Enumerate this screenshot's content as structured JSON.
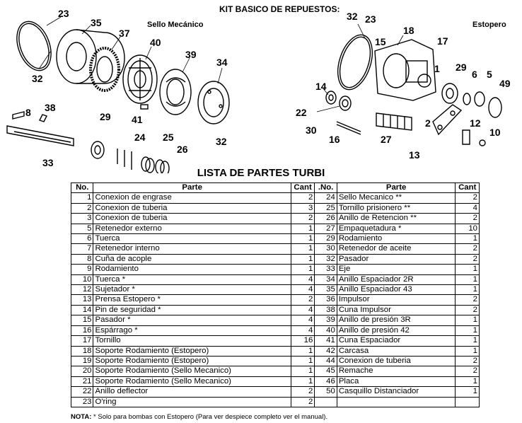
{
  "kit_title": "KIT BASICO DE REPUESTOS:",
  "section_left": "Sello Mecánico",
  "section_right": "Estopero",
  "callouts_left": [
    "23",
    "35",
    "37",
    "40",
    "39",
    "34",
    "32",
    "38",
    "8",
    "29",
    "41",
    "24",
    "25",
    "26",
    "32",
    "33"
  ],
  "callouts_right": [
    "32",
    "23",
    "18",
    "15",
    "17",
    "1",
    "29",
    "6",
    "5",
    "49",
    "14",
    "22",
    "30",
    "2",
    "12",
    "10",
    "16",
    "27",
    "13"
  ],
  "list_title": "LISTA DE PARTES TURBI",
  "headers": {
    "no": "No.",
    "parte": "Parte",
    "cant": "Cant",
    "no2": ".No.",
    "parte2": "Parte",
    "cant2": "Cant"
  },
  "rows": [
    {
      "n": "1",
      "p": "Conexion de engrase",
      "c": "2",
      "n2": "24",
      "p2": "Sello Mecanico **",
      "c2": "2"
    },
    {
      "n": "2",
      "p": "Conexion de tuberia",
      "c": "3",
      "n2": "25",
      "p2": "Tornillo prisionero **",
      "c2": "4"
    },
    {
      "n": "3",
      "p": "Conexion de tuberia",
      "c": "2",
      "n2": "26",
      "p2": "Anillo de Retencion **",
      "c2": "2"
    },
    {
      "n": "5",
      "p": "Retenedor externo",
      "c": "1",
      "n2": "27",
      "p2": "Empaquetadura *",
      "c2": "10"
    },
    {
      "n": "6",
      "p": "Tuerca",
      "c": "1",
      "n2": "29",
      "p2": "Rodamiento",
      "c2": "1"
    },
    {
      "n": "7",
      "p": "Retenedor interno",
      "c": "1",
      "n2": "30",
      "p2": "Retenedor de aceite",
      "c2": "2"
    },
    {
      "n": "8",
      "p": "Cuña de acople",
      "c": "1",
      "n2": "32",
      "p2": "Pasador",
      "c2": "2"
    },
    {
      "n": "9",
      "p": "Rodamiento",
      "c": "1",
      "n2": "33",
      "p2": "Eje",
      "c2": "1"
    },
    {
      "n": "10",
      "p": "Tuerca *",
      "c": "4",
      "n2": "34",
      "p2": "Anillo Espaciador 2R",
      "c2": "1"
    },
    {
      "n": "12",
      "p": "Sujetador *",
      "c": "4",
      "n2": "35",
      "p2": "Anillo Espaciador 43",
      "c2": "1"
    },
    {
      "n": "13",
      "p": "Prensa Estopero *",
      "c": "2",
      "n2": "36",
      "p2": "Impulsor",
      "c2": "2"
    },
    {
      "n": "14",
      "p": "Pin de seguridad *",
      "c": "4",
      "n2": "38",
      "p2": "Cuna Impulsor",
      "c2": "2"
    },
    {
      "n": "15",
      "p": "Pasador *",
      "c": "4",
      "n2": "39",
      "p2": "Anillo de presión 3R",
      "c2": "1"
    },
    {
      "n": "16",
      "p": "Espárrago *",
      "c": "4",
      "n2": "40",
      "p2": "Anillo de presión 42",
      "c2": "1"
    },
    {
      "n": "17",
      "p": "Tornillo",
      "c": "16",
      "n2": "41",
      "p2": "Cuna Espaciador",
      "c2": "1"
    },
    {
      "n": "18",
      "p": "Soporte Rodamiento (Estopero)",
      "c": "1",
      "n2": "42",
      "p2": "Carcasa",
      "c2": "1"
    },
    {
      "n": "19",
      "p": "Soporte Rodamiento (Estopero)",
      "c": "1",
      "n2": "44",
      "p2": "Conexion de tuberia",
      "c2": "2"
    },
    {
      "n": "20",
      "p": "Soporte Rodamiento (Sello Mecanico)",
      "c": "1",
      "n2": "45",
      "p2": "Remache",
      "c2": "2"
    },
    {
      "n": "21",
      "p": "Soporte Rodamiento (Sello Mecanico)",
      "c": "1",
      "n2": "46",
      "p2": "Placa",
      "c2": "1"
    },
    {
      "n": "22",
      "p": "Anillo deflector",
      "c": "2",
      "n2": "50",
      "p2": "Casquillo Distanciador",
      "c2": "1"
    },
    {
      "n": "23",
      "p": "O'ring",
      "c": "2",
      "n2": "",
      "p2": "",
      "c2": ""
    }
  ],
  "nota_label": "NOTA:",
  "nota_text": "* Solo para bombas con Estopero (Para ver despiece completo ver el manual)."
}
